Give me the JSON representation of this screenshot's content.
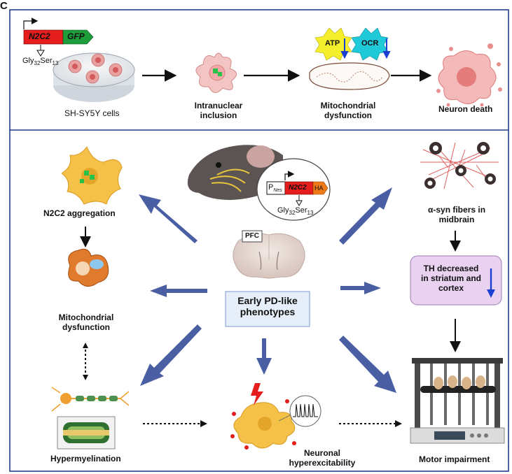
{
  "panel_letter": "C",
  "top_panel": {
    "construct": {
      "gene": "N2C2",
      "tag": "GFP",
      "mutation_prefix": "Gly",
      "mutation_sub1": "32",
      "mutation_mid": "Ser",
      "mutation_sub2": "13"
    },
    "steps": [
      {
        "label": "SH-SY5Y cells"
      },
      {
        "label_line1": "Intranuclear",
        "label_line2": "inclusion"
      },
      {
        "label_line1": "Mitochondrial",
        "label_line2": "dysfunction",
        "badge1": "ATP",
        "badge2": "OCR"
      },
      {
        "label": "Neuron death"
      }
    ]
  },
  "center": {
    "construct": {
      "promoter": "P",
      "promoter_sub": "Nes",
      "gene": "N2C2",
      "tag": "HA",
      "mutation_prefix": "Gly",
      "mutation_sub1": "32",
      "mutation_mid": "Ser",
      "mutation_sub2": "13"
    },
    "brain_label": "PFC",
    "phenotype_line1": "Early PD-like",
    "phenotype_line2": "phenotypes"
  },
  "left_column": {
    "aggregation": "N2C2 aggregation",
    "mito_line1": "Mitochondrial",
    "mito_line2": "dysfunction",
    "myelin": "Hypermyelination"
  },
  "bottom_center": {
    "line1": "Neuronal",
    "line2": "hyperexcitability"
  },
  "right_column": {
    "fibers_line1": "α-syn fibers in",
    "fibers_line2": "midbrain",
    "th_line1": "TH decreased",
    "th_line2": "in striatum and",
    "th_line3": "cortex",
    "motor": "Motor impairment"
  },
  "colors": {
    "frame": "#1f3f8f",
    "arrow_blue": "#4a5fa3",
    "gene_red": "#e51d1d",
    "gfp_green": "#1e9e3a",
    "th_box": "#e8d2f0",
    "phenotype_box": "#e6eef9",
    "neuron_yellow": "#f6c148"
  },
  "icons": [
    "down-arrow-icon",
    "lightning-icon",
    "spike-train-icon"
  ]
}
